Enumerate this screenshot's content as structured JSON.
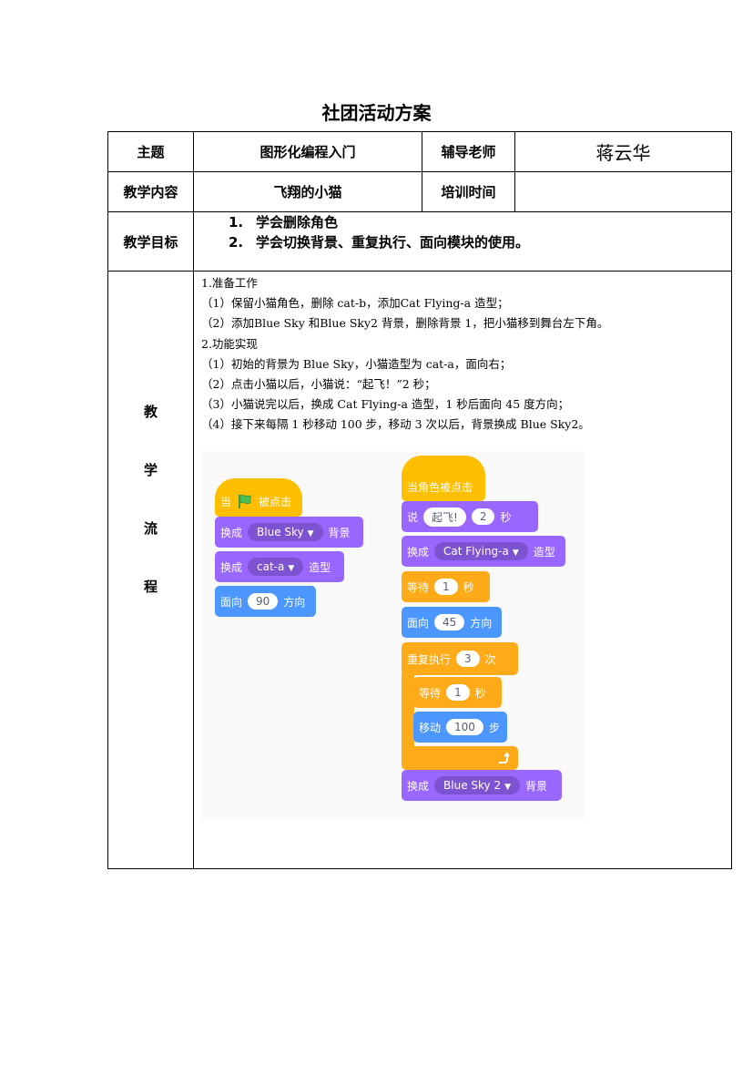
{
  "title": "社团活动方案",
  "table": {
    "row1": {
      "label_topic": "主题",
      "topic": "图形化编程入门",
      "label_teacher": "辅导老师",
      "teacher": "蒋云华"
    },
    "row2": {
      "label_content": "教学内容",
      "content": "飞翔的小猫",
      "label_time": "培训时间",
      "time": ""
    },
    "row3": {
      "label_goal": "教学目标",
      "goals": [
        {
          "num": "1.",
          "text": "学会删除角色"
        },
        {
          "num": "2.",
          "text": "学会切换背景、重复执行、面向模块的使用。"
        }
      ]
    },
    "row4": {
      "label_chars": [
        "教",
        "学",
        "流",
        "程"
      ],
      "steps": [
        "1.准备工作",
        "（1）保留小猫角色，删除 cat-b，添加Cat Flying-a 造型；",
        "（2）添加Blue Sky 和Blue Sky2 背景，删除背景 1，把小猫移到舞台左下角。",
        "2.功能实现",
        "（1）初始的背景为 Blue Sky，小猫造型为 cat-a，面向右；",
        "（2）点击小猫以后，小猫说：“起飞！”2 秒；",
        "（3）小猫说完以后，换成 Cat Flying-a 造型，1 秒后面向 45 度方向；",
        "（4）接下来每隔 1 秒移动 100 步，移动 3 次以后，背景换成 Blue Sky2。"
      ]
    }
  },
  "colors": {
    "events": "#ffbf00",
    "looks": "#9966ff",
    "motion": "#4c97ff",
    "control": "#ffab19"
  },
  "code": {
    "script1": {
      "hat": {
        "when": "当",
        "flag_icon": "green-flag-icon",
        "clicked": "被点击"
      },
      "switch_backdrop": {
        "prefix": "换成",
        "value": "Blue Sky",
        "suffix": "背景"
      },
      "switch_costume": {
        "prefix": "换成",
        "value": "cat-a",
        "suffix": "造型"
      },
      "point": {
        "prefix": "面向",
        "value": "90",
        "suffix": "方向"
      }
    },
    "script2": {
      "hat": {
        "label": "当角色被点击"
      },
      "say": {
        "prefix": "说",
        "text": "起飞!",
        "secs": "2",
        "suffix": "秒"
      },
      "switch_costume": {
        "prefix": "换成",
        "value": "Cat Flying-a",
        "suffix": "造型"
      },
      "wait1": {
        "prefix": "等待",
        "value": "1",
        "suffix": "秒"
      },
      "point": {
        "prefix": "面向",
        "value": "45",
        "suffix": "方向"
      },
      "repeat": {
        "prefix": "重复执行",
        "value": "3",
        "suffix": "次",
        "loop_icon": "loop-arrow-icon"
      },
      "wait2": {
        "prefix": "等待",
        "value": "1",
        "suffix": "秒"
      },
      "move": {
        "prefix": "移动",
        "value": "100",
        "suffix": "步"
      },
      "switch_backdrop": {
        "prefix": "换成",
        "value": "Blue Sky 2",
        "suffix": "背景"
      }
    }
  }
}
